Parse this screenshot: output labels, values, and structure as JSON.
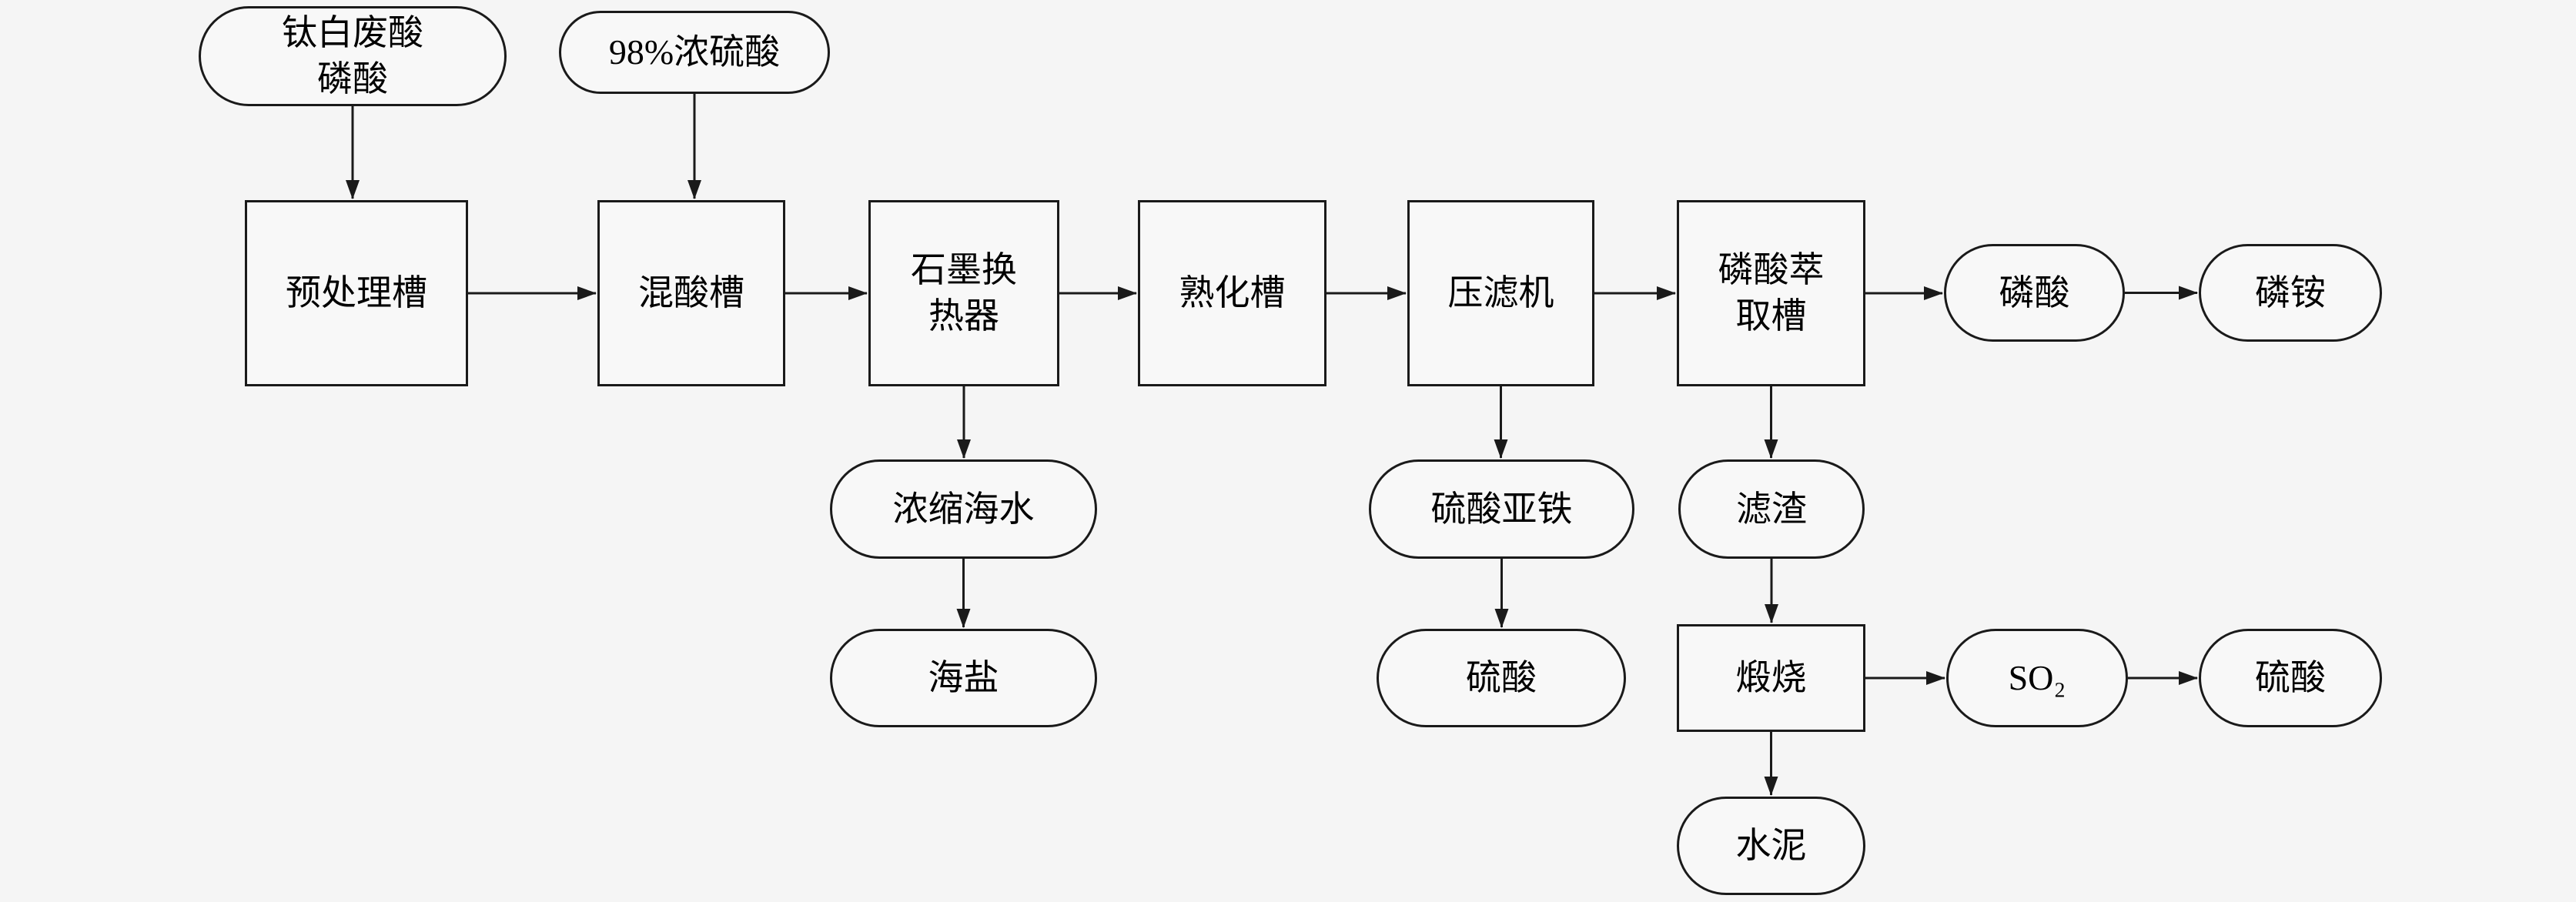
{
  "diagram": {
    "background": "#f5f5f5",
    "node_fill": "#f8f8f8",
    "line_color": "#1a1a1a"
  },
  "nodes": {
    "src_tio2": {
      "label": "钛白废酸\n磷酸",
      "shape": "stadium"
    },
    "src_h2so4": {
      "label": "98%浓硫酸",
      "shape": "stadium"
    },
    "pretreatment": {
      "label": "预处理槽",
      "shape": "rect"
    },
    "mixing": {
      "label": "混酸槽",
      "shape": "rect"
    },
    "graphite": {
      "label": "石墨换\n热器",
      "shape": "rect"
    },
    "maturation": {
      "label": "熟化槽",
      "shape": "rect"
    },
    "filter_press": {
      "label": "压滤机",
      "shape": "rect"
    },
    "extraction": {
      "label": "磷酸萃\n取槽",
      "shape": "rect"
    },
    "phosphoric_acid": {
      "label": "磷酸",
      "shape": "stadium"
    },
    "ammonium_phosphate": {
      "label": "磷铵",
      "shape": "stadium"
    },
    "conc_seawater": {
      "label": "浓缩海水",
      "shape": "stadium"
    },
    "sea_salt": {
      "label": "海盐",
      "shape": "stadium"
    },
    "ferrous_sulfate": {
      "label": "硫酸亚铁",
      "shape": "stadium"
    },
    "sulfuric_acid_1": {
      "label": "硫酸",
      "shape": "stadium"
    },
    "residue": {
      "label": "滤渣",
      "shape": "stadium"
    },
    "calcination": {
      "label": "煅烧",
      "shape": "rect"
    },
    "so2": {
      "label": "SO₂",
      "shape": "stadium"
    },
    "sulfuric_acid_2": {
      "label": "硫酸",
      "shape": "stadium"
    },
    "cement": {
      "label": "水泥",
      "shape": "stadium"
    }
  },
  "edges": [
    {
      "from": "src_tio2",
      "to": "pretreatment",
      "dir": "down"
    },
    {
      "from": "src_h2so4",
      "to": "mixing",
      "dir": "down"
    },
    {
      "from": "pretreatment",
      "to": "mixing",
      "dir": "right"
    },
    {
      "from": "mixing",
      "to": "graphite",
      "dir": "right"
    },
    {
      "from": "graphite",
      "to": "maturation",
      "dir": "right"
    },
    {
      "from": "maturation",
      "to": "filter_press",
      "dir": "right"
    },
    {
      "from": "filter_press",
      "to": "extraction",
      "dir": "right"
    },
    {
      "from": "extraction",
      "to": "phosphoric_acid",
      "dir": "right"
    },
    {
      "from": "phosphoric_acid",
      "to": "ammonium_phosphate",
      "dir": "right"
    },
    {
      "from": "graphite",
      "to": "conc_seawater",
      "dir": "down"
    },
    {
      "from": "conc_seawater",
      "to": "sea_salt",
      "dir": "down"
    },
    {
      "from": "filter_press",
      "to": "ferrous_sulfate",
      "dir": "down"
    },
    {
      "from": "ferrous_sulfate",
      "to": "sulfuric_acid_1",
      "dir": "down"
    },
    {
      "from": "extraction",
      "to": "residue",
      "dir": "down"
    },
    {
      "from": "residue",
      "to": "calcination",
      "dir": "down"
    },
    {
      "from": "calcination",
      "to": "so2",
      "dir": "right"
    },
    {
      "from": "so2",
      "to": "sulfuric_acid_2",
      "dir": "right"
    },
    {
      "from": "calcination",
      "to": "cement",
      "dir": "down"
    }
  ]
}
